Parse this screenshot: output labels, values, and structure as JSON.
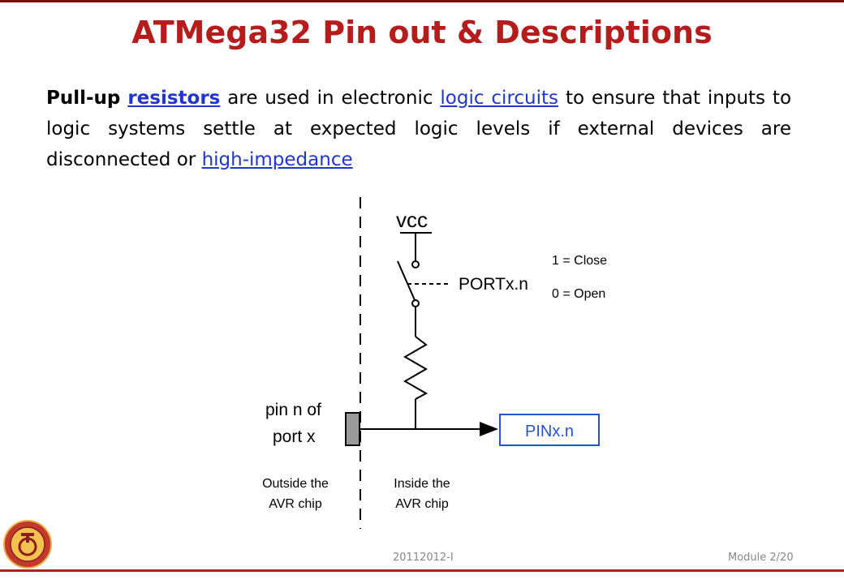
{
  "slide": {
    "title": "ATMega32 Pin out & Descriptions",
    "colors": {
      "title": "#b71c1c",
      "link": "#1f36d0",
      "pin_box": "#2453d6",
      "footer_rule": "#b02020"
    },
    "paragraph": {
      "lead_bold": "Pull-up",
      "link_resistors": "resistors",
      "text_1": "are used in electronic",
      "link_logic_circuits": "logic circuits",
      "text_2": "to ensure that inputs to logic systems settle at expected logic levels if external devices are disconnected or",
      "link_high_impedance": "high-impedance"
    }
  },
  "diagram": {
    "vcc_label": "vcc",
    "portx_label": "PORTx.n",
    "close_label": "1 = Close",
    "open_label": "0 = Open",
    "pin_label_line1": "pin n of",
    "pin_label_line2": "port x",
    "pinx_label": "PINx.n",
    "outside_line1": "Outside the",
    "outside_line2": "AVR chip",
    "inside_line1": "Inside the",
    "inside_line2": "AVR chip"
  },
  "footer": {
    "code": "20112012-I",
    "module": "Module 2/20",
    "logo_icon": "university-seal-icon"
  }
}
